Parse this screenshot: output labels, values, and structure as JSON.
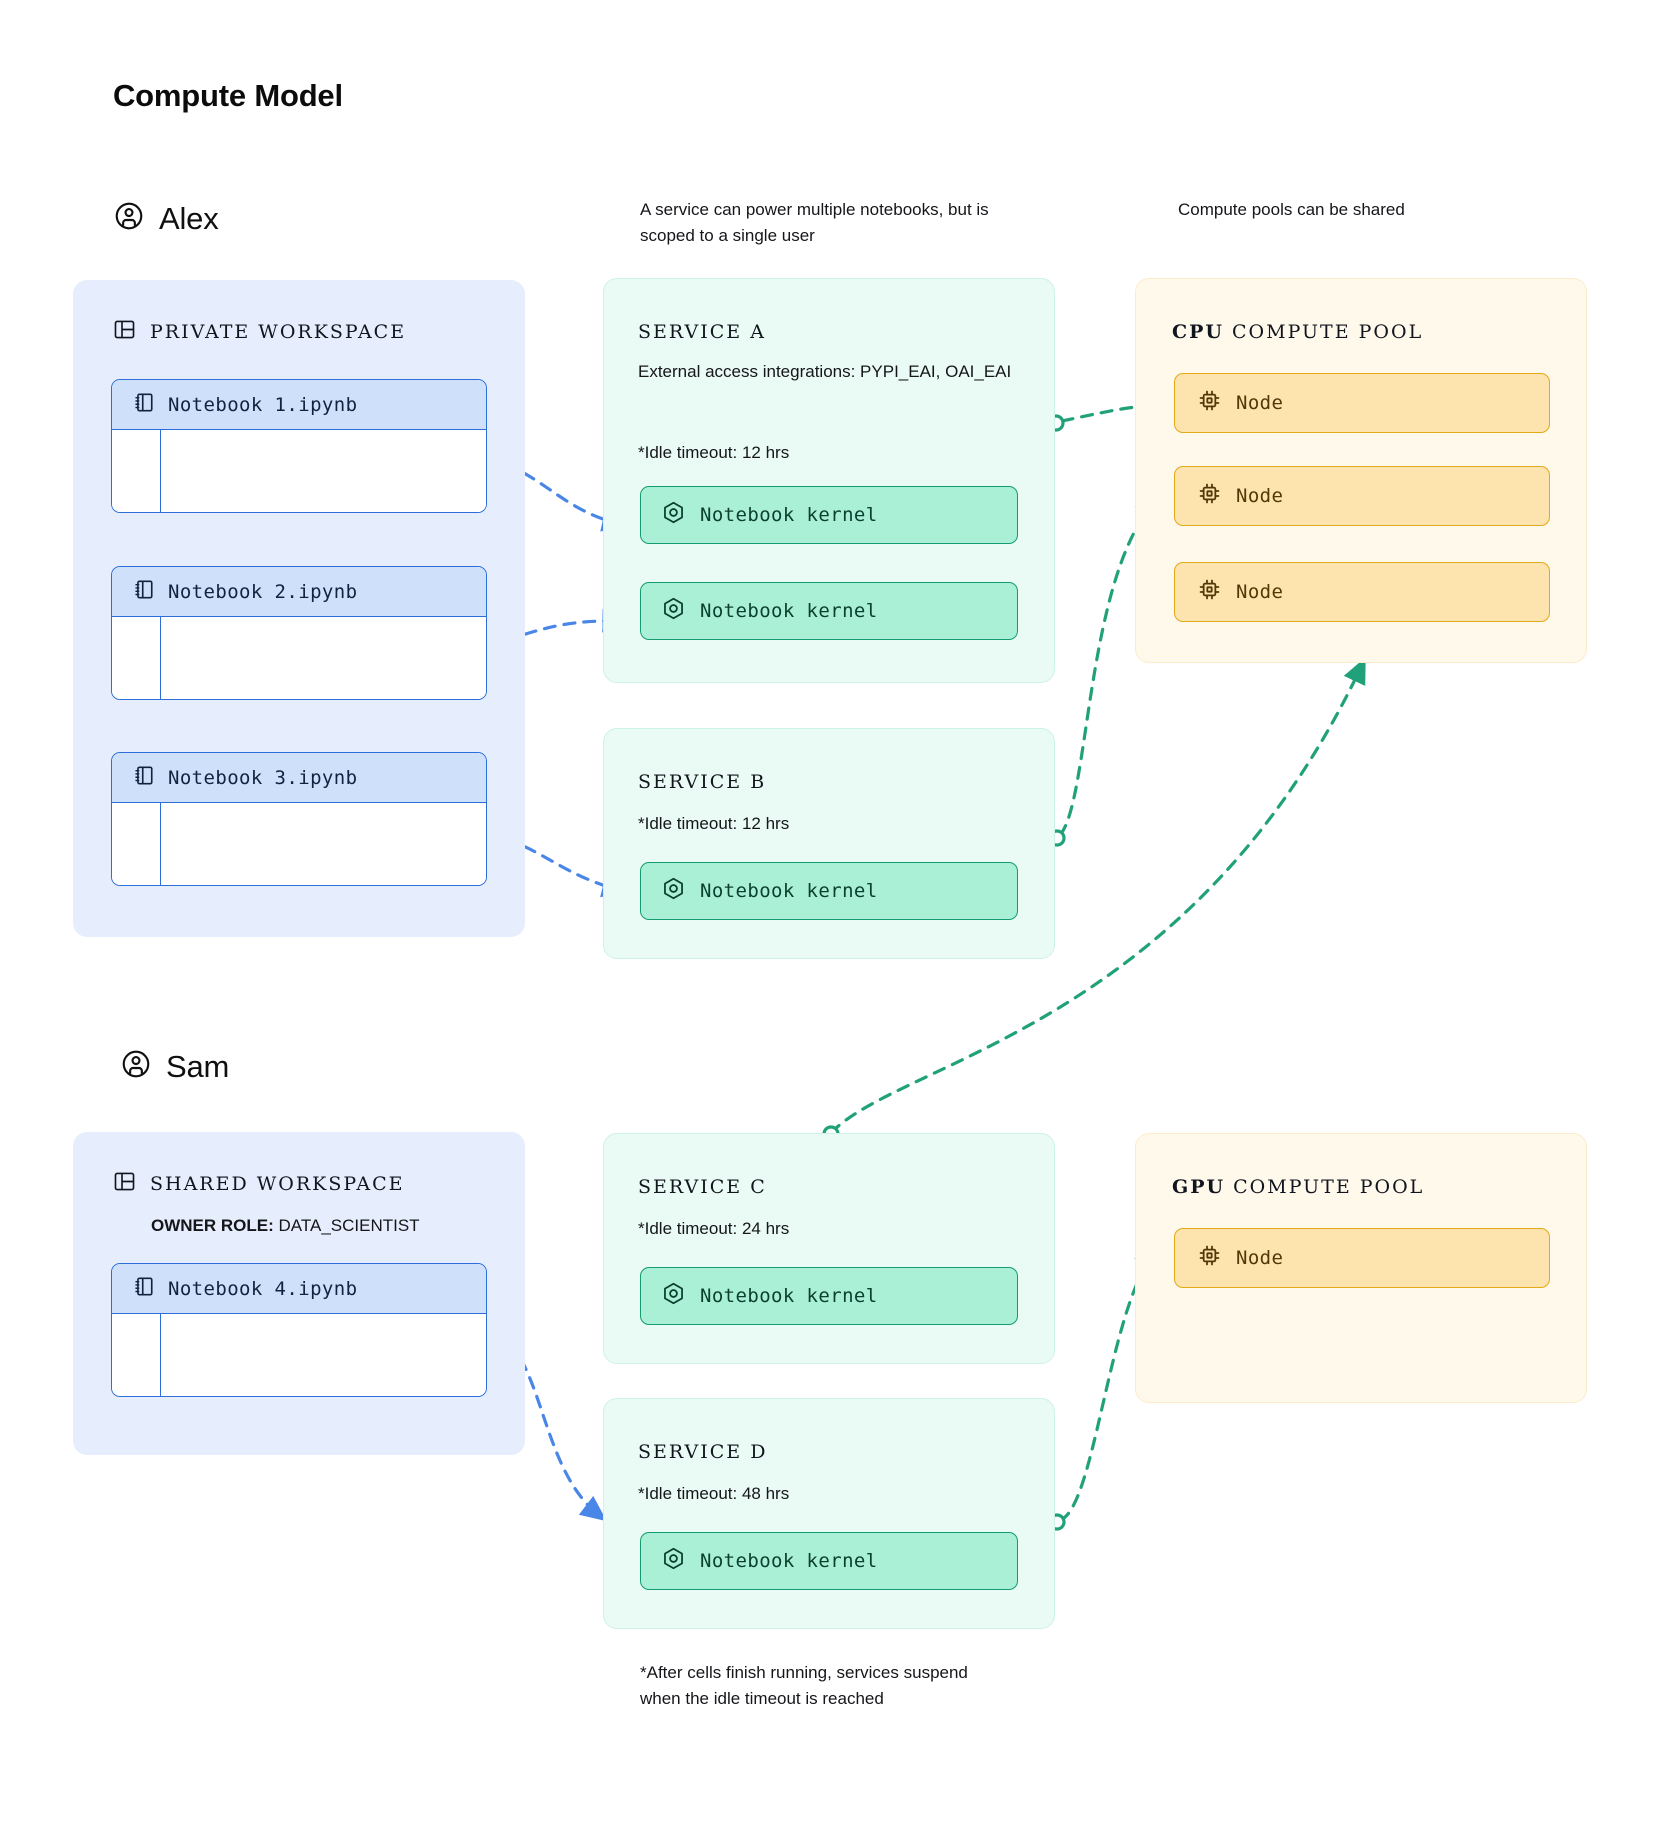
{
  "title": "Compute Model",
  "colors": {
    "workspace_fill": "#e6edfc",
    "notebook_header": "#cfe0fb",
    "notebook_border": "#2c6fd8",
    "service_fill": "#eafaf4",
    "kernel_fill": "#a9f0d6",
    "kernel_border": "#159b72",
    "pool_fill": "#fff9ec",
    "node_fill": "#fde3ad",
    "node_border": "#e3a916",
    "link_blue": "#4a86e8",
    "link_green": "#21a179"
  },
  "annotations": {
    "service_note": "A service can power multiple notebooks, but is scoped to a single user",
    "pool_note": "Compute pools can be shared",
    "footnote": "*After cells finish running, services suspend when the idle timeout is reached"
  },
  "users": [
    {
      "name": "Alex",
      "icon": "user-circle-icon"
    },
    {
      "name": "Sam",
      "icon": "user-circle-icon"
    }
  ],
  "workspaces": [
    {
      "title": "PRIVATE WORKSPACE",
      "icon": "workspace-panel-icon",
      "role_label": null,
      "role_value": null,
      "notebooks": [
        {
          "name": "Notebook 1.ipynb",
          "icon": "notebook-icon"
        },
        {
          "name": "Notebook 2.ipynb",
          "icon": "notebook-icon"
        },
        {
          "name": "Notebook 3.ipynb",
          "icon": "notebook-icon"
        }
      ]
    },
    {
      "title": "SHARED WORKSPACE",
      "icon": "workspace-panel-icon",
      "role_label": "OWNER ROLE:",
      "role_value": "DATA_SCIENTIST",
      "notebooks": [
        {
          "name": "Notebook 4.ipynb",
          "icon": "notebook-icon"
        }
      ]
    }
  ],
  "services": [
    {
      "title": "SERVICE A",
      "integrations": "External access integrations: PYPI_EAI, OAI_EAI",
      "timeout": "*Idle timeout: 12 hrs",
      "kernels": [
        "Notebook kernel",
        "Notebook kernel"
      ]
    },
    {
      "title": "SERVICE B",
      "integrations": null,
      "timeout": "*Idle timeout: 12 hrs",
      "kernels": [
        "Notebook kernel"
      ]
    },
    {
      "title": "SERVICE C",
      "integrations": null,
      "timeout": "*Idle timeout: 24 hrs",
      "kernels": [
        "Notebook kernel"
      ]
    },
    {
      "title": "SERVICE D",
      "integrations": null,
      "timeout": "*Idle timeout: 48 hrs",
      "kernels": [
        "Notebook kernel"
      ]
    }
  ],
  "pools": [
    {
      "type": "CPU",
      "suffix": " COMPUTE POOL",
      "nodes": [
        "Node",
        "Node",
        "Node"
      ]
    },
    {
      "type": "GPU",
      "suffix": " COMPUTE POOL",
      "nodes": [
        "Node"
      ]
    }
  ],
  "kernel_icon": "hexagon-kernel-icon",
  "node_icon": "cpu-chip-icon"
}
